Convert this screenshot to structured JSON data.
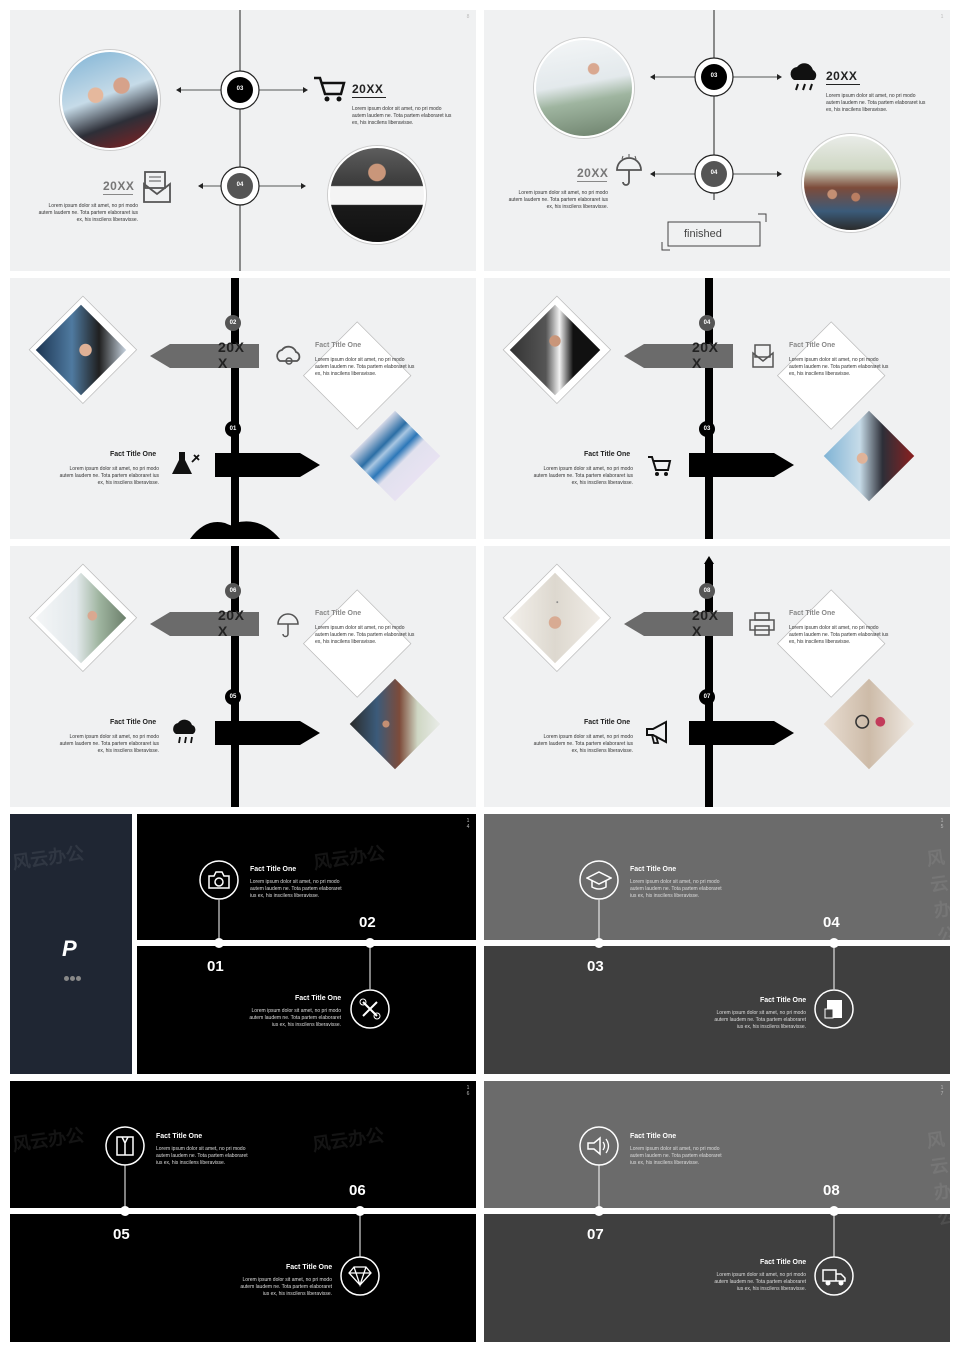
{
  "lorem3": "Lorem ipsum dolor sit amet, no pri modo autem laudem ne. Tota partem elaboraret ius ex, his inscilens liberavisse.",
  "fact_title": "Fact Title One",
  "year": "20XX",
  "finished": "finished",
  "steps": [
    "01",
    "02",
    "03",
    "04",
    "05",
    "06",
    "07",
    "08"
  ],
  "slide_numbers": {
    "s1": "8",
    "s2": "1",
    "s7": "1 4",
    "s8": "1 5",
    "s9": "1 6",
    "s10": "1 7"
  },
  "watermark": "风云办公",
  "colors": {
    "light_bg": "#f0f1f2",
    "dark": "#000000",
    "dark_gray": "#3f3f3f",
    "mid_gray": "#6b6b6b",
    "navy": "#1f2633",
    "gray": "#6d6d6d"
  }
}
